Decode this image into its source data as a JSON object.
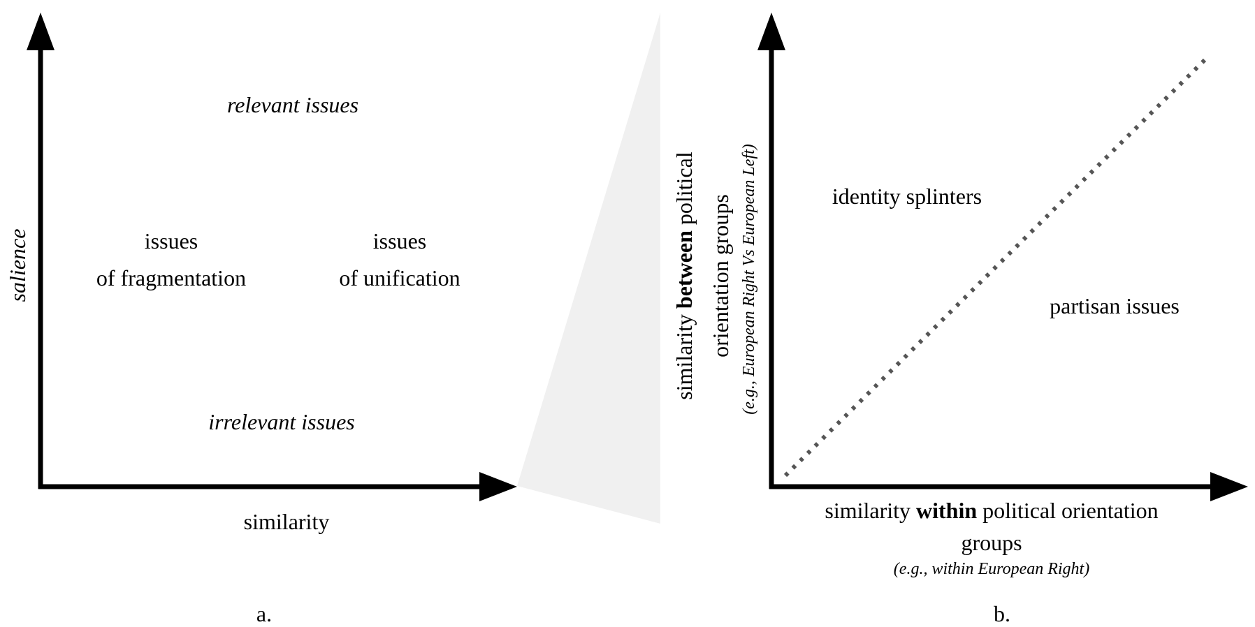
{
  "panel_a": {
    "y_label": "salience",
    "x_label": "similarity",
    "relevant": "relevant issues",
    "irrelevant": "irrelevant issues",
    "fragmentation": {
      "line1": "issues",
      "line2": "of fragmentation"
    },
    "unification": {
      "line1": "issues",
      "line2": "of unification"
    },
    "caption": "a."
  },
  "panel_b": {
    "y_label": {
      "pre": "similarity ",
      "bold": "between",
      "post": " political",
      "line2": "orientation groups",
      "example": "(e.g., European Right Vs European Left)"
    },
    "x_label": {
      "pre": "similarity ",
      "bold": "within",
      "post": " political orientation",
      "line2": "groups",
      "example": "(e.g., within European Right)"
    },
    "region_upper": "identity splinters",
    "region_lower": "partisan issues",
    "caption": "b."
  },
  "colors": {
    "axis": "#000000",
    "text": "#000000",
    "diagonal": "#555555",
    "zoom_wedge": "#f0f0f0"
  }
}
